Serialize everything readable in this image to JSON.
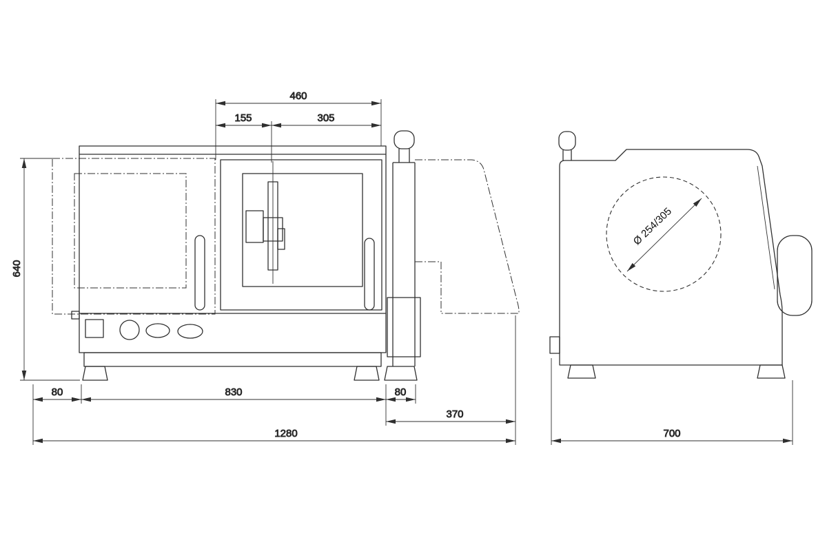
{
  "drawing": {
    "type": "technical-dimension-drawing",
    "views": {
      "front": "front view",
      "side": "side view"
    }
  },
  "dims": {
    "front": {
      "top_total": "460",
      "top_left_segment": "155",
      "top_right_segment": "305",
      "height": "640",
      "bottom_left_overhang": "80",
      "body_width": "830",
      "bottom_right_overhang": "80",
      "right_extension": "370",
      "total_width": "1280"
    },
    "side": {
      "depth": "700",
      "wheel_diameter": "Ø 254/305"
    }
  },
  "colors": {
    "background": "#ffffff",
    "line": "#2f2f2f",
    "text": "#111111"
  }
}
